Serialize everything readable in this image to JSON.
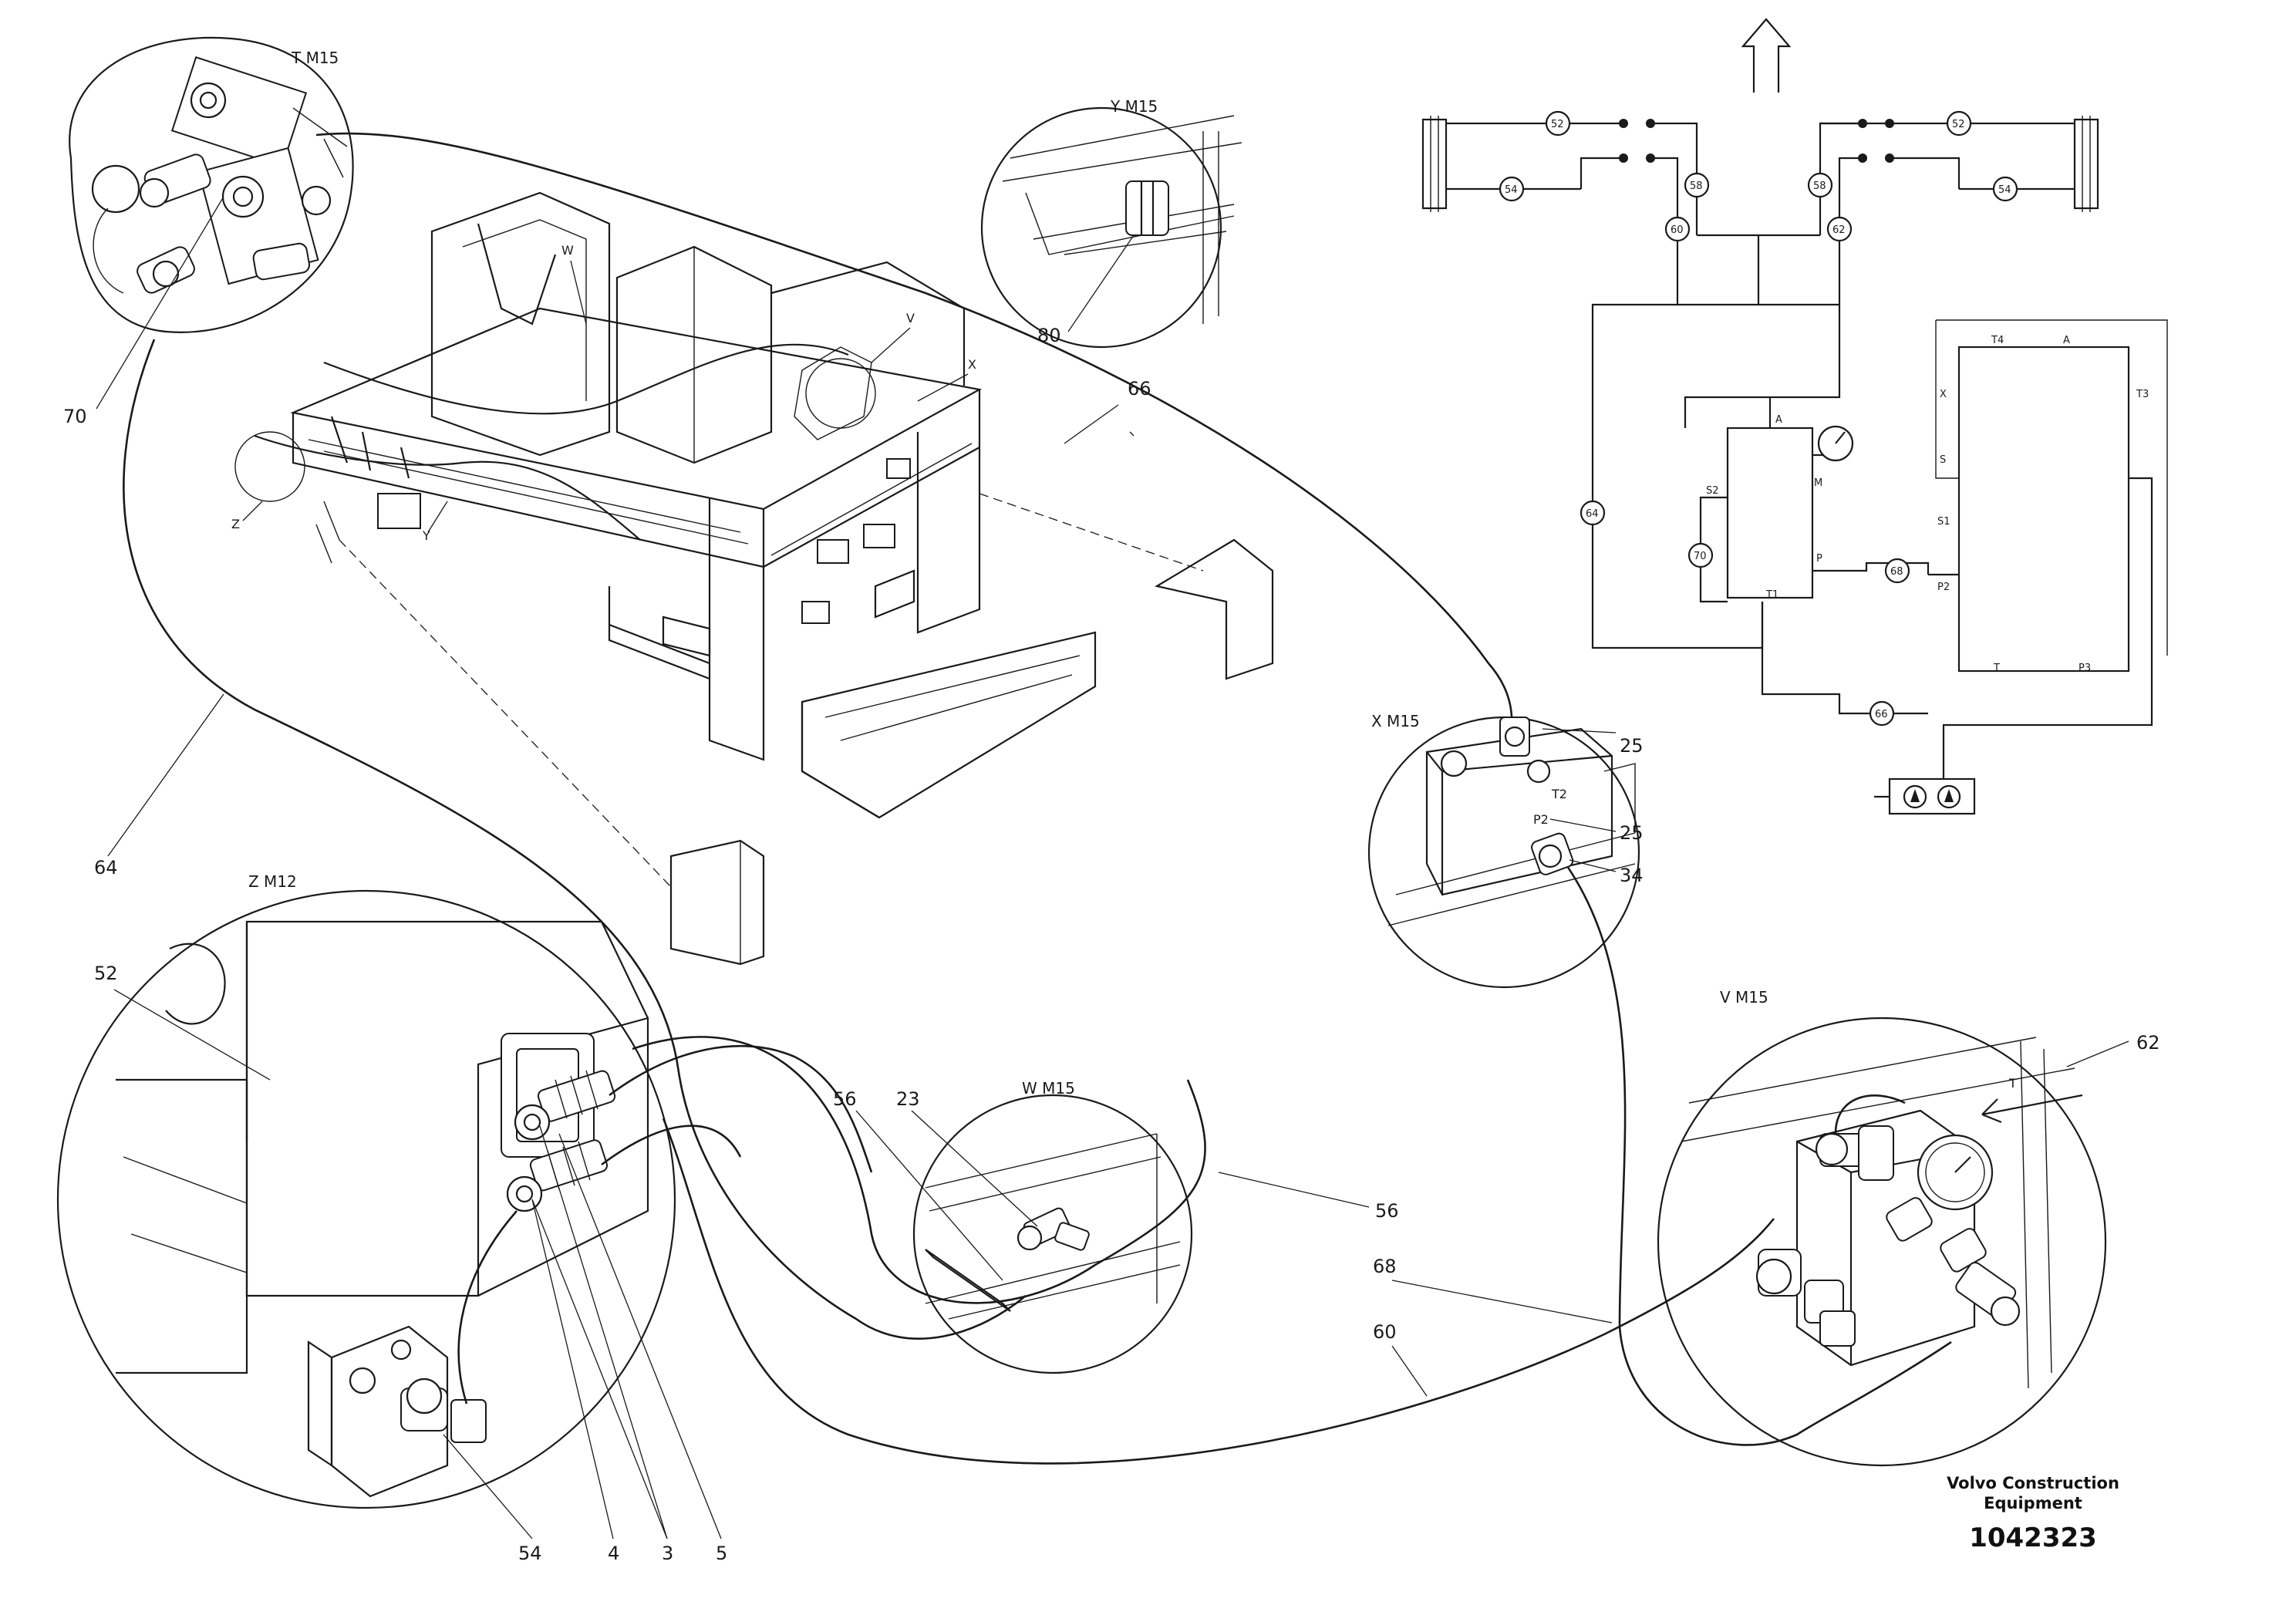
{
  "callouts": {
    "c70": "70",
    "c64": "64",
    "c52": "52",
    "c54": "54",
    "c4": "4",
    "c3": "3",
    "c5": "5",
    "c56a": "56",
    "c23": "23",
    "c56b": "56",
    "c80": "80",
    "c66": "66",
    "c25a": "25",
    "c25b": "25",
    "c34": "34",
    "c62": "62",
    "c68": "68",
    "c60": "60"
  },
  "detail_labels": {
    "t": "T M15",
    "y": "Y M15",
    "x": "X M15",
    "z": "Z M12",
    "w": "W M15",
    "v": "V M15"
  },
  "frame_labels": {
    "w": "W",
    "v": "V",
    "x": "X",
    "z": "Z",
    "y": "Y"
  },
  "valve_ports": {
    "t2": "T2",
    "p2": "P2"
  },
  "schematic": {
    "hose_tags": {
      "top_left_1": "52",
      "top_left_2": "54",
      "top_right_1": "52",
      "top_right_2": "54",
      "v1": "58",
      "v2": "60",
      "v3": "58",
      "v4": "62",
      "left": "64",
      "mid": "70",
      "p_line": "68",
      "bottom": "66"
    },
    "valve_ports": {
      "a": "A",
      "m": "M",
      "p": "P",
      "s2": "S2",
      "t1": "T1"
    },
    "pump_ports": {
      "t4": "T4",
      "a": "A",
      "x": "X",
      "t3": "T3",
      "s": "S",
      "s1": "S1",
      "p2": "P2",
      "t": "T",
      "p3": "P3"
    }
  },
  "footer": {
    "brand_line1": "Volvo Construction",
    "brand_line2": "Equipment",
    "doc_number": "1042323"
  }
}
